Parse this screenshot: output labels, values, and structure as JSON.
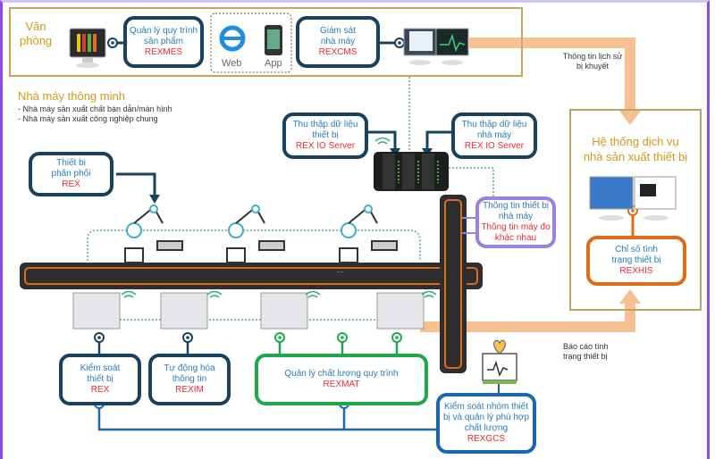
{
  "office": {
    "title_line1": "Văn",
    "title_line2": "phòng",
    "rexmes": {
      "line1": "Quản lý quy trình",
      "line2": "sản phẩm",
      "code": "REXMES"
    },
    "access": {
      "web_label": "Web",
      "app_label": "App"
    },
    "rexcms": {
      "line1": "Giám sát",
      "line2": "nhà máy",
      "code": "REXCMS"
    }
  },
  "history_label": {
    "line1": "Thông tin lịch sử",
    "line2": "bị khuyết"
  },
  "smart_factory": {
    "title": "Nhà máy thông minh",
    "bullets": [
      "- Nhà máy sản xuất chất bán dẫn/màn hình",
      "- Nhà máy sản xuất công nghiệp chung"
    ]
  },
  "distribution": {
    "line1": "Thiết bị",
    "line2": "phân phối",
    "code": "REX"
  },
  "io_device": {
    "line1": "Thu thập dữ liệu",
    "line2": "thiết bị",
    "code": "REX IO Server"
  },
  "io_factory": {
    "line1": "Thu thập dữ liệu",
    "line2": "nhà máy",
    "code": "REX IO Server"
  },
  "factory_info": {
    "line1": "Thông tin thiết bị",
    "line2": "nhà máy",
    "line3": "Thông tin máy đo",
    "line4": "khác nhau"
  },
  "bus_dots": "...",
  "service": {
    "title_line1": "Hệ thống dịch vụ",
    "title_line2": "nhà sản xuất thiết bị",
    "rexhis": {
      "line1": "Chỉ số tình",
      "line2": "trạng thiết bị",
      "code": "REXHIS"
    }
  },
  "status_report": {
    "line1": "Báo cáo tình",
    "line2": "trạng thiết bị"
  },
  "rex_control": {
    "line1": "Kiểm soát",
    "line2": "thiết bị",
    "code": "REX"
  },
  "rexim": {
    "line1": "Tự động hóa",
    "line2": "thông tin",
    "code": "REXIM"
  },
  "rexmat": {
    "line1": "Quản lý chất lượng quy trình",
    "code": "REXMAT"
  },
  "rexgcs": {
    "line1": "Kiểm soát nhóm thiết",
    "line2": "bị và quản lý phù hợp",
    "line3": "chất lượng",
    "code": "REXGCS"
  },
  "colors": {
    "navy": "#17415e",
    "green": "#1fa84a",
    "orange": "#e06a17",
    "accent_red": "#ee2a36",
    "gold": "#d29a18",
    "purple": "#9a80e0",
    "flow": "#f5c190"
  }
}
